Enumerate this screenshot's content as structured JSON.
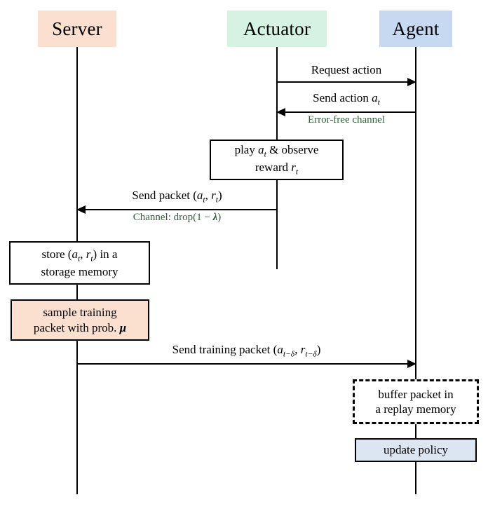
{
  "diagram": {
    "title": "Server-Actuator-Agent sequence diagram",
    "type": "sequence-diagram",
    "background": "#ffffff"
  },
  "participants": [
    {
      "id": "server",
      "label": "Server",
      "color": "#fbe0d0"
    },
    {
      "id": "actuator",
      "label": "Actuator",
      "color": "#d5f2e3"
    },
    {
      "id": "agent",
      "label": "Agent",
      "color": "#c6d9f1"
    }
  ],
  "messages": [
    {
      "id": "request-action",
      "label": "Request action",
      "from": "actuator",
      "to": "agent",
      "direction": "right",
      "sublabel": ""
    },
    {
      "id": "send-action",
      "label_prefix": "Send action ",
      "label_symbol": "a",
      "label_sub": "t",
      "from": "agent",
      "to": "actuator",
      "direction": "left",
      "sublabel": "Error-free channel",
      "sublabel_color": "#2f6239"
    },
    {
      "id": "send-packet",
      "label_prefix": "Send packet ",
      "label_symbol_1": "a",
      "label_sub_1": "t",
      "label_symbol_2": "r",
      "label_sub_2": "t",
      "from": "actuator",
      "to": "server",
      "direction": "left",
      "sublabel_prefix": "Channel: drop(1 ",
      "sublabel_op": "−",
      "sublabel_symbol": "λ",
      "sublabel_suffix": ")",
      "sublabel_color": "#2f6239"
    },
    {
      "id": "send-training-packet",
      "label_prefix": "Send training packet ",
      "label_symbol_1": "a",
      "label_sub_1": "t−δ",
      "label_symbol_2": "r",
      "label_sub_2": "t−δ",
      "from": "server",
      "to": "agent",
      "direction": "right",
      "sublabel": ""
    }
  ],
  "notes": [
    {
      "id": "play-observe",
      "on": "actuator",
      "line1_prefix": "play ",
      "line1_symbol": "a",
      "line1_sub": "t",
      "line1_suffix": " & observe",
      "line2_prefix": "reward ",
      "line2_symbol": "r",
      "line2_sub": "t",
      "style": "solid",
      "fill": "#ffffff"
    },
    {
      "id": "store-memory",
      "on": "server",
      "line1_prefix": "store ",
      "line1_symbol_1": "a",
      "line1_sub_1": "t",
      "line1_symbol_2": "r",
      "line1_sub_2": "t",
      "line1_suffix": " in a",
      "line2": "storage memory",
      "style": "solid",
      "fill": "#ffffff"
    },
    {
      "id": "sample-training-packet",
      "on": "server",
      "line1": "sample training",
      "line2_prefix": "packet with prob. ",
      "line2_symbol": "μ",
      "style": "solid",
      "fill": "#fbe0d0"
    },
    {
      "id": "buffer-packet",
      "on": "agent",
      "line1": "buffer packet in",
      "line2": "a replay memory",
      "style": "dashed",
      "fill": "#ffffff"
    },
    {
      "id": "update-policy",
      "on": "agent",
      "line1": "update policy",
      "style": "solid",
      "fill": "#dce6f2"
    }
  ],
  "colors": {
    "server_fill": "#fbe0d0",
    "actuator_fill": "#d5f2e3",
    "agent_fill": "#c6d9f1",
    "note_peach": "#fbe0d0",
    "note_blue": "#dce6f2",
    "channel_text": "#2f6239",
    "line": "#000000"
  }
}
